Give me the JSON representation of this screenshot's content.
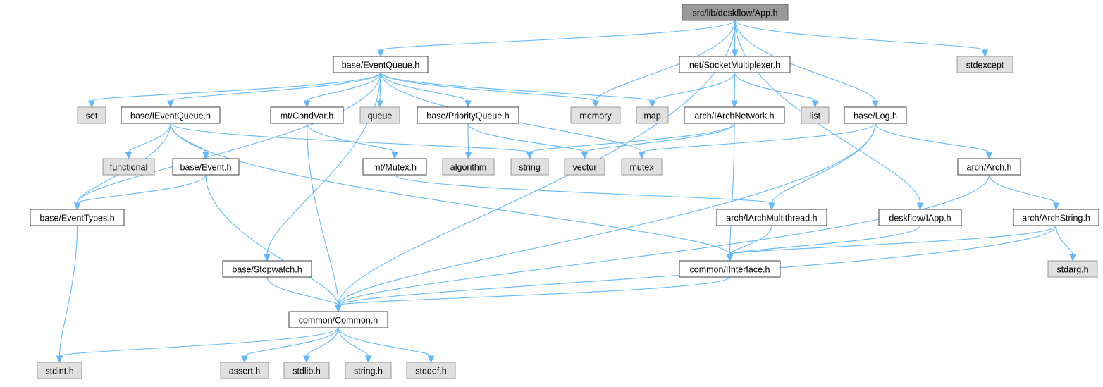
{
  "diagram": {
    "title": "",
    "node_types": {
      "root": "#999999",
      "file": "#ffffff",
      "system": "#e0e0e0",
      "edge": "#63b8ff"
    },
    "nodes": [
      {
        "id": "app",
        "label": "src/lib/deskflow/App.h",
        "kind": "root"
      },
      {
        "id": "eventqueue",
        "label": "base/EventQueue.h",
        "kind": "file"
      },
      {
        "id": "socketmux",
        "label": "net/SocketMultiplexer.h",
        "kind": "file"
      },
      {
        "id": "stdexcept",
        "label": "stdexcept",
        "kind": "system"
      },
      {
        "id": "set",
        "label": "set",
        "kind": "system"
      },
      {
        "id": "ieventqueue",
        "label": "base/IEventQueue.h",
        "kind": "file"
      },
      {
        "id": "condvar",
        "label": "mt/CondVar.h",
        "kind": "file"
      },
      {
        "id": "queue",
        "label": "queue",
        "kind": "system"
      },
      {
        "id": "priorityqueue",
        "label": "base/PriorityQueue.h",
        "kind": "file"
      },
      {
        "id": "memory",
        "label": "memory",
        "kind": "system"
      },
      {
        "id": "map",
        "label": "map",
        "kind": "system"
      },
      {
        "id": "iarchnetwork",
        "label": "arch/IArchNetwork.h",
        "kind": "file"
      },
      {
        "id": "list",
        "label": "list",
        "kind": "system"
      },
      {
        "id": "log",
        "label": "base/Log.h",
        "kind": "file"
      },
      {
        "id": "functional",
        "label": "functional",
        "kind": "system"
      },
      {
        "id": "event",
        "label": "base/Event.h",
        "kind": "file"
      },
      {
        "id": "mutexh",
        "label": "mt/Mutex.h",
        "kind": "file"
      },
      {
        "id": "algorithm",
        "label": "algorithm",
        "kind": "system"
      },
      {
        "id": "string",
        "label": "string",
        "kind": "system"
      },
      {
        "id": "vector",
        "label": "vector",
        "kind": "system"
      },
      {
        "id": "mutex",
        "label": "mutex",
        "kind": "system"
      },
      {
        "id": "arch",
        "label": "arch/Arch.h",
        "kind": "file"
      },
      {
        "id": "eventtypes",
        "label": "base/EventTypes.h",
        "kind": "file"
      },
      {
        "id": "iarchmt",
        "label": "arch/IArchMultithread.h",
        "kind": "file"
      },
      {
        "id": "iapp",
        "label": "deskflow/IApp.h",
        "kind": "file"
      },
      {
        "id": "archstring",
        "label": "arch/ArchString.h",
        "kind": "file"
      },
      {
        "id": "stopwatch",
        "label": "base/Stopwatch.h",
        "kind": "file"
      },
      {
        "id": "iinterface",
        "label": "common/IInterface.h",
        "kind": "file"
      },
      {
        "id": "stdarg",
        "label": "stdarg.h",
        "kind": "system"
      },
      {
        "id": "common",
        "label": "common/Common.h",
        "kind": "file"
      },
      {
        "id": "stdint",
        "label": "stdint.h",
        "kind": "system"
      },
      {
        "id": "assert",
        "label": "assert.h",
        "kind": "system"
      },
      {
        "id": "stdlib",
        "label": "stdlib.h",
        "kind": "system"
      },
      {
        "id": "stringh",
        "label": "string.h",
        "kind": "system"
      },
      {
        "id": "stddef",
        "label": "stddef.h",
        "kind": "system"
      }
    ],
    "edges": [
      [
        "app",
        "eventqueue"
      ],
      [
        "app",
        "socketmux"
      ],
      [
        "app",
        "stdexcept"
      ],
      [
        "app",
        "memory"
      ],
      [
        "app",
        "log"
      ],
      [
        "app",
        "iapp"
      ],
      [
        "app",
        "common"
      ],
      [
        "eventqueue",
        "set"
      ],
      [
        "eventqueue",
        "ieventqueue"
      ],
      [
        "eventqueue",
        "condvar"
      ],
      [
        "eventqueue",
        "queue"
      ],
      [
        "eventqueue",
        "priorityqueue"
      ],
      [
        "eventqueue",
        "memory"
      ],
      [
        "eventqueue",
        "map"
      ],
      [
        "eventqueue",
        "mutex"
      ],
      [
        "eventqueue",
        "eventtypes"
      ],
      [
        "eventqueue",
        "stopwatch"
      ],
      [
        "socketmux",
        "map"
      ],
      [
        "socketmux",
        "iarchnetwork"
      ],
      [
        "socketmux",
        "list"
      ],
      [
        "ieventqueue",
        "functional"
      ],
      [
        "ieventqueue",
        "event"
      ],
      [
        "ieventqueue",
        "eventtypes"
      ],
      [
        "ieventqueue",
        "string"
      ],
      [
        "ieventqueue",
        "iinterface"
      ],
      [
        "condvar",
        "mutexh"
      ],
      [
        "condvar",
        "common"
      ],
      [
        "priorityqueue",
        "algorithm"
      ],
      [
        "priorityqueue",
        "vector"
      ],
      [
        "iarchnetwork",
        "string"
      ],
      [
        "iarchnetwork",
        "vector"
      ],
      [
        "iarchnetwork",
        "iinterface"
      ],
      [
        "log",
        "mutex"
      ],
      [
        "log",
        "arch"
      ],
      [
        "log",
        "iarchmt"
      ],
      [
        "log",
        "common"
      ],
      [
        "event",
        "eventtypes"
      ],
      [
        "event",
        "common"
      ],
      [
        "mutexh",
        "iarchmt"
      ],
      [
        "arch",
        "archstring"
      ],
      [
        "arch",
        "common"
      ],
      [
        "eventtypes",
        "stdint"
      ],
      [
        "iarchmt",
        "iinterface"
      ],
      [
        "iapp",
        "iinterface"
      ],
      [
        "archstring",
        "iinterface"
      ],
      [
        "archstring",
        "stdarg"
      ],
      [
        "archstring",
        "common"
      ],
      [
        "stopwatch",
        "common"
      ],
      [
        "iinterface",
        "common"
      ],
      [
        "common",
        "stdint"
      ],
      [
        "common",
        "assert"
      ],
      [
        "common",
        "stdlib"
      ],
      [
        "common",
        "stringh"
      ],
      [
        "common",
        "stddef"
      ]
    ]
  }
}
